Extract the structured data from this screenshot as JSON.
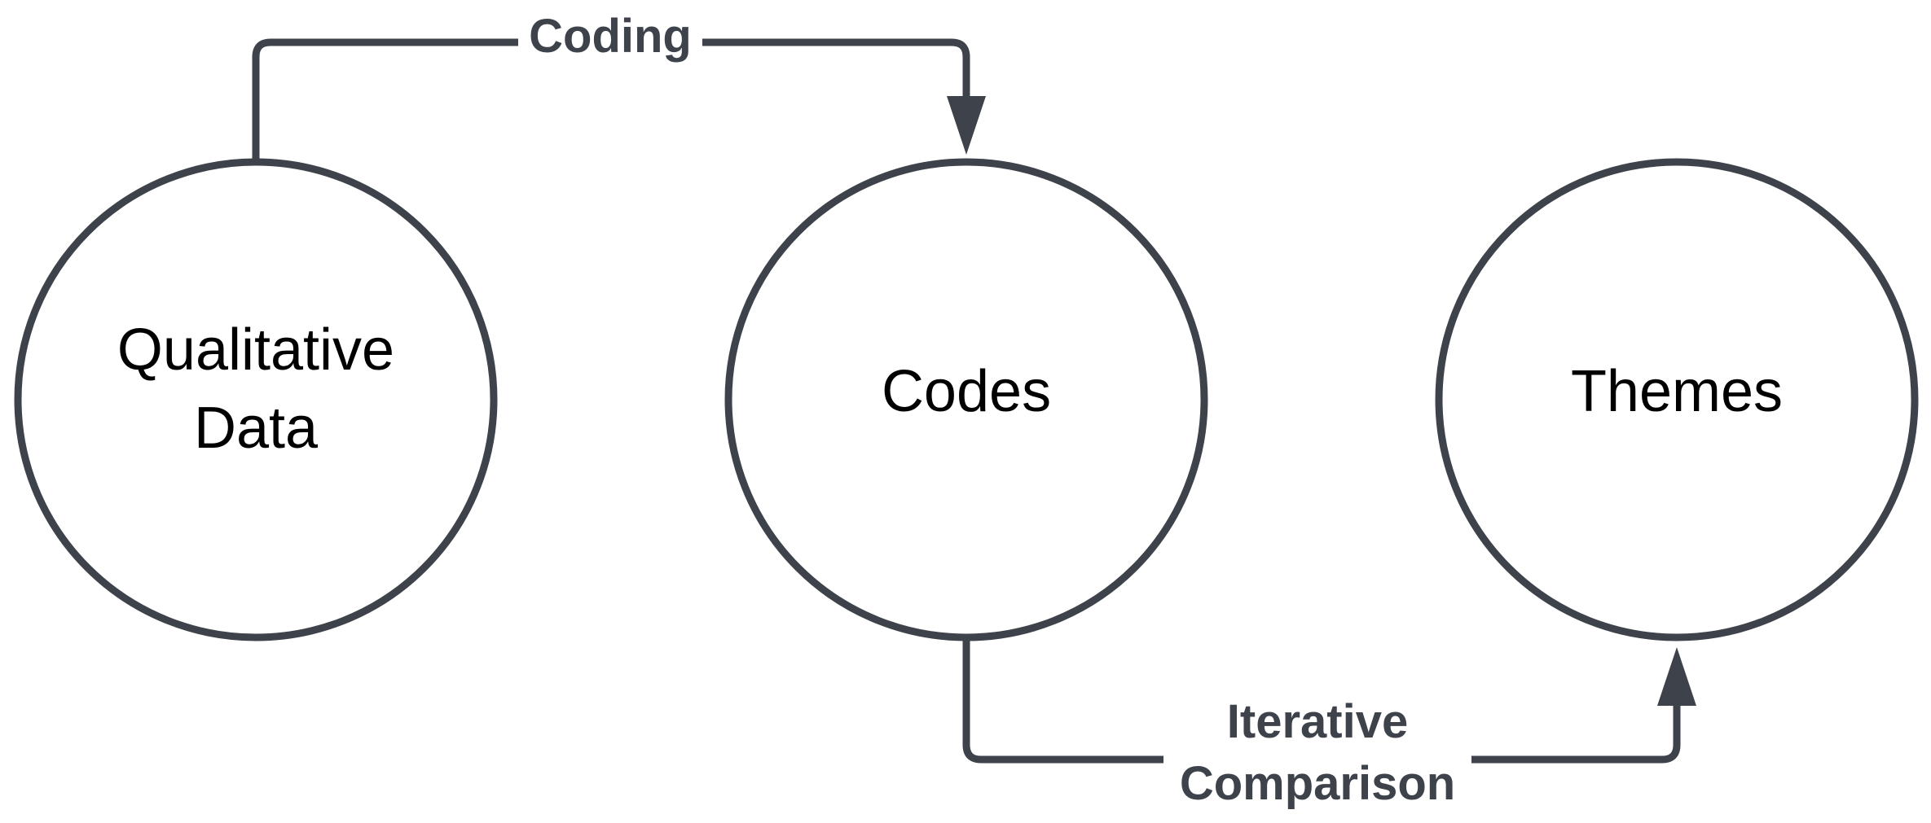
{
  "diagram": {
    "nodes": [
      {
        "id": "qualitative-data",
        "lines": [
          "Qualitative",
          "Data"
        ]
      },
      {
        "id": "codes",
        "lines": [
          "Codes"
        ]
      },
      {
        "id": "themes",
        "lines": [
          "Themes"
        ]
      }
    ],
    "edges": [
      {
        "id": "coding",
        "from": "qualitative-data",
        "to": "codes",
        "lines": [
          "Coding"
        ]
      },
      {
        "id": "iterative-comparison",
        "from": "codes",
        "to": "themes",
        "lines": [
          "Iterative",
          "Comparison"
        ]
      }
    ],
    "colors": {
      "stroke": "#3d424b",
      "node_text": "#000000",
      "edge_text": "#3d424b",
      "background": "#ffffff"
    }
  }
}
